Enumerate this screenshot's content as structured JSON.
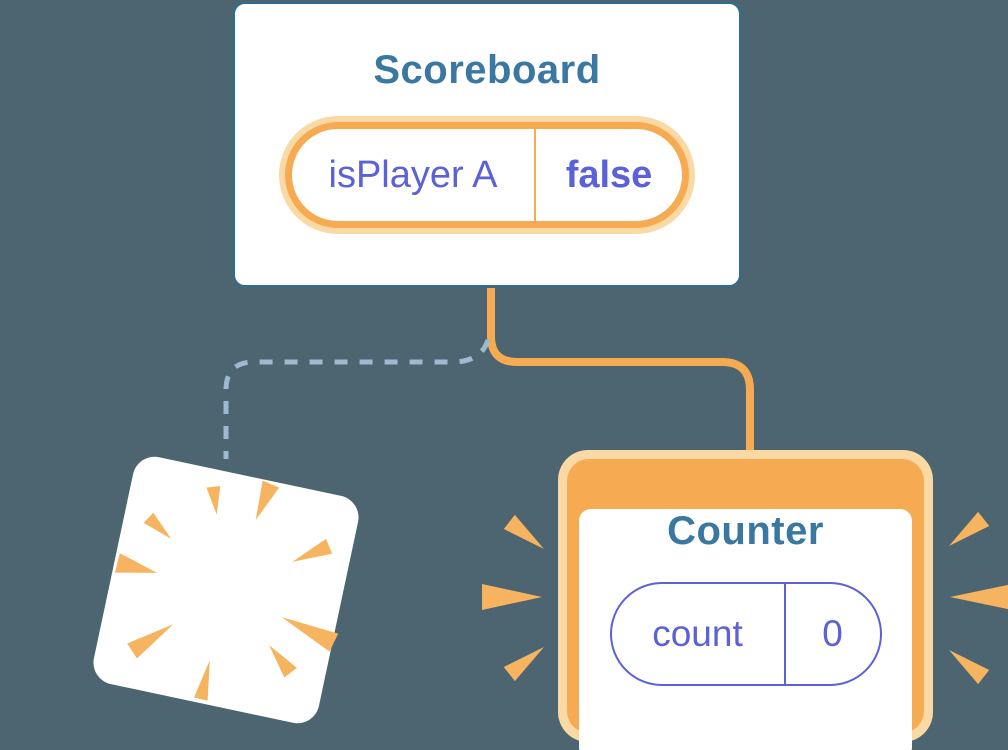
{
  "diagram": {
    "description": "Component state diagram: Scoreboard keeps state while a child component is removed (poof) and a Counter is added",
    "background_color": "#4C6570"
  },
  "scoreboard": {
    "title": "Scoreboard",
    "state": {
      "key": "isPlayer A",
      "value": "false"
    }
  },
  "counter": {
    "title": "Counter",
    "state": {
      "key": "count",
      "value": "0"
    }
  },
  "removed_component": {
    "name": "poof-card",
    "meaning": "component destroyed / removed from tree"
  },
  "icons": {
    "sparkles": "sparkles-icon",
    "bursts": "emphasis-burst-rays"
  },
  "colors": {
    "background": "#4C6570",
    "card_fill": "#FFFFFF",
    "scoreboard_border": "#2E6D92",
    "title_text": "#3A78A2",
    "state_text": "#5B61D6",
    "orange_strong": "#F6AB52",
    "orange_halo": "#FBD9A4",
    "burst_orange": "#F7B460",
    "dashed_connector": "#9DBAD0"
  }
}
